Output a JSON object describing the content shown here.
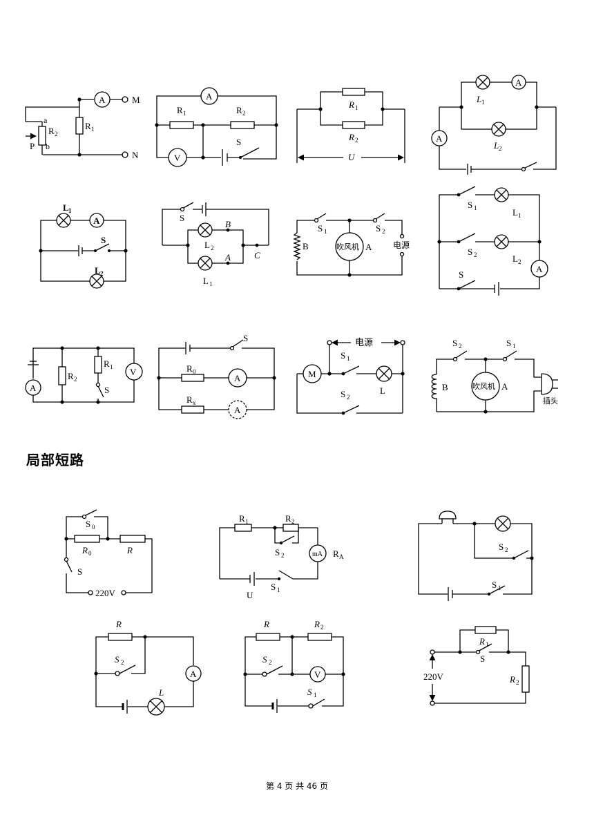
{
  "section_heading": "局部短路",
  "footer": {
    "text": "第 4 页 共 46 页"
  },
  "labels": {
    "A": "A",
    "V": "V",
    "mA": "mA",
    "M": "M",
    "N": "N",
    "P": "P",
    "a": "a",
    "b": "b",
    "B": "B",
    "C": "C",
    "U": "U",
    "S": "S",
    "L": "L",
    "R": "R",
    "R1": "R",
    "R2": "R",
    "R0": "R",
    "Rx": "R",
    "RA": "R",
    "sub1": "1",
    "sub2": "2",
    "sub0": "0",
    "subx": "x",
    "subA": "A",
    "power": "电源",
    "fan": "吹风机",
    "plug": "插头",
    "v220": "220V"
  }
}
